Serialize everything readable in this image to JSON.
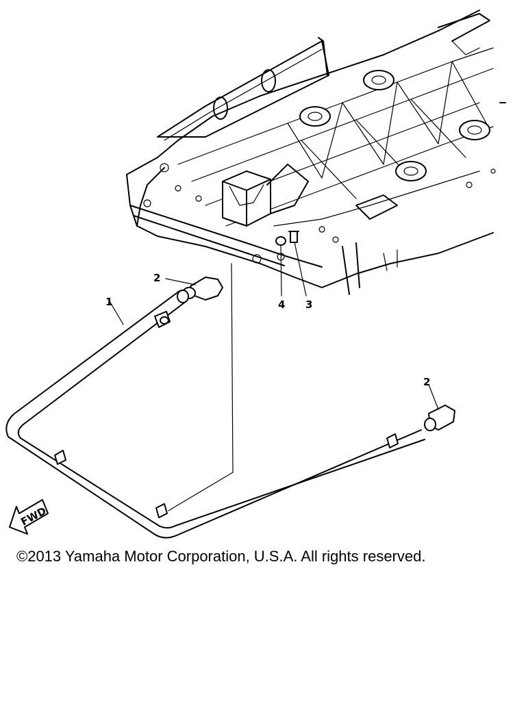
{
  "callouts": {
    "part_1": "1",
    "part_2_left": "2",
    "part_2_right": "2",
    "part_3": "3",
    "part_4": "4"
  },
  "fwd_label": "FWD",
  "copyright": "©2013 Yamaha Motor Corporation, U.S.A. All rights reserved."
}
